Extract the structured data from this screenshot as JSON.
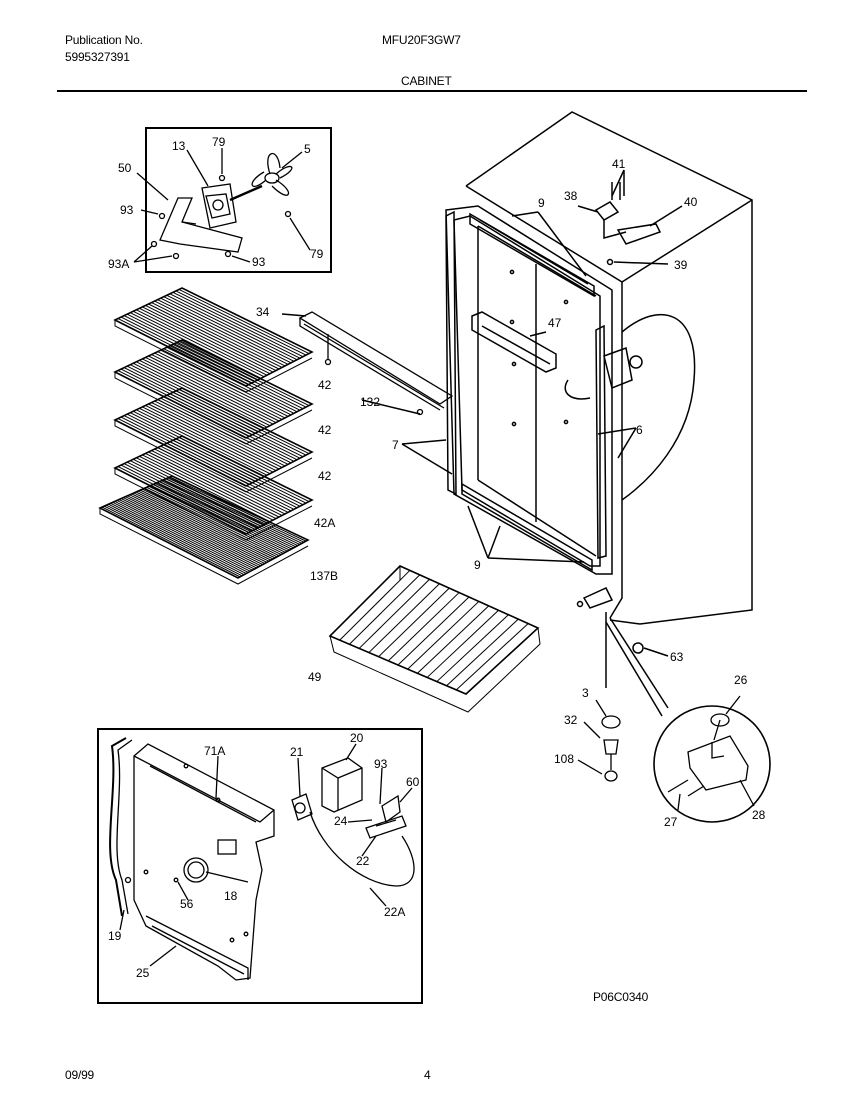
{
  "header": {
    "publication_label": "Publication No.",
    "publication_number": "5995327391",
    "model": "MFU20F3GW7",
    "section": "CABINET"
  },
  "footer": {
    "date": "09/99",
    "page": "4",
    "diagram_code": "P06C0340"
  },
  "callouts": {
    "c13": "13",
    "c79a": "79",
    "c5": "5",
    "c50": "50",
    "c93a": "93",
    "c79b": "79",
    "c93Aa": "93A",
    "c93b": "93",
    "c41": "41",
    "c38": "38",
    "c40": "40",
    "c9a": "9",
    "c39": "39",
    "c34": "34",
    "c47": "47",
    "c42a": "42",
    "c132": "132",
    "c42b": "42",
    "c7": "7",
    "c6": "6",
    "c42c": "42",
    "c42A": "42A",
    "c9b": "9",
    "c137B": "137B",
    "c63": "63",
    "c49": "49",
    "c3": "3",
    "c26": "26",
    "c32": "32",
    "c108": "108",
    "c27": "27",
    "c28": "28",
    "c20": "20",
    "c71A": "71A",
    "c21": "21",
    "c93c": "93",
    "c60": "60",
    "c24": "24",
    "c22": "22",
    "c18": "18",
    "c56": "56",
    "c22A": "22A",
    "c19": "19",
    "c25": "25"
  }
}
